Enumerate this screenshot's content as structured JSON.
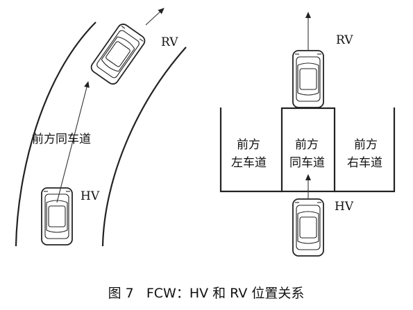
{
  "left_diagram": {
    "rv_label": "RV",
    "hv_label": "HV",
    "lane_label": "前方同车道"
  },
  "right_diagram": {
    "rv_label": "RV",
    "hv_label": "HV",
    "left_lane": [
      "前方",
      "左车道"
    ],
    "center_lane": [
      "前方",
      "同车道"
    ],
    "right_lane": [
      "前方",
      "右车道"
    ]
  },
  "caption": "图 7   FCW：HV 和 RV 位置关系"
}
